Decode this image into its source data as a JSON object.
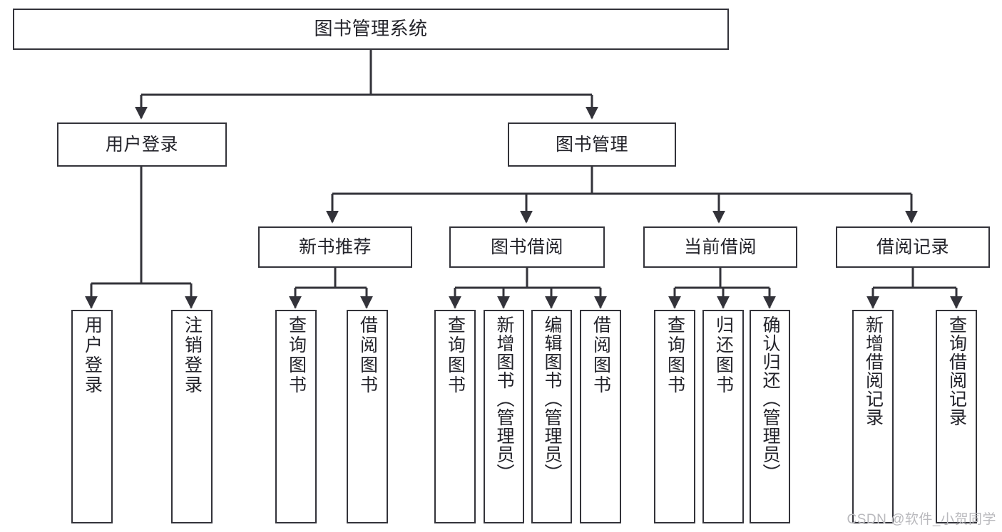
{
  "diagram": {
    "title": "图书管理系统",
    "type": "tree-structure-chart",
    "colors": {
      "node_border": "#33333a",
      "node_fill": "#ffffff",
      "edge": "#33333a",
      "text": "#23232a",
      "watermark": "#b9b9bd",
      "background": "#ffffff"
    }
  },
  "nodes": {
    "root": {
      "label": "图书管理系统"
    },
    "level2": [
      {
        "label": "用户登录"
      },
      {
        "label": "图书管理"
      }
    ],
    "level3": [
      {
        "label": "新书推荐"
      },
      {
        "label": "图书借阅"
      },
      {
        "label": "当前借阅"
      },
      {
        "label": "借阅记录"
      }
    ],
    "leaves": {
      "user_login": [
        {
          "label": "用户登录"
        },
        {
          "label": "注销登录"
        }
      ],
      "new_book_recommend": [
        {
          "label": "查询图书"
        },
        {
          "label": "借阅图书"
        }
      ],
      "book_borrow": [
        {
          "label": "查询图书"
        },
        {
          "label": "新增图书（管理员）"
        },
        {
          "label": "编辑图书（管理员）"
        },
        {
          "label": "借阅图书"
        }
      ],
      "current_borrow": [
        {
          "label": "查询图书"
        },
        {
          "label": "归还图书"
        },
        {
          "label": "确认归还（管理员）"
        }
      ],
      "borrow_record": [
        {
          "label": "新增借阅记录"
        },
        {
          "label": "查询借阅记录"
        }
      ]
    }
  },
  "watermark": {
    "text": "CSDN @软件_小贺同学"
  }
}
